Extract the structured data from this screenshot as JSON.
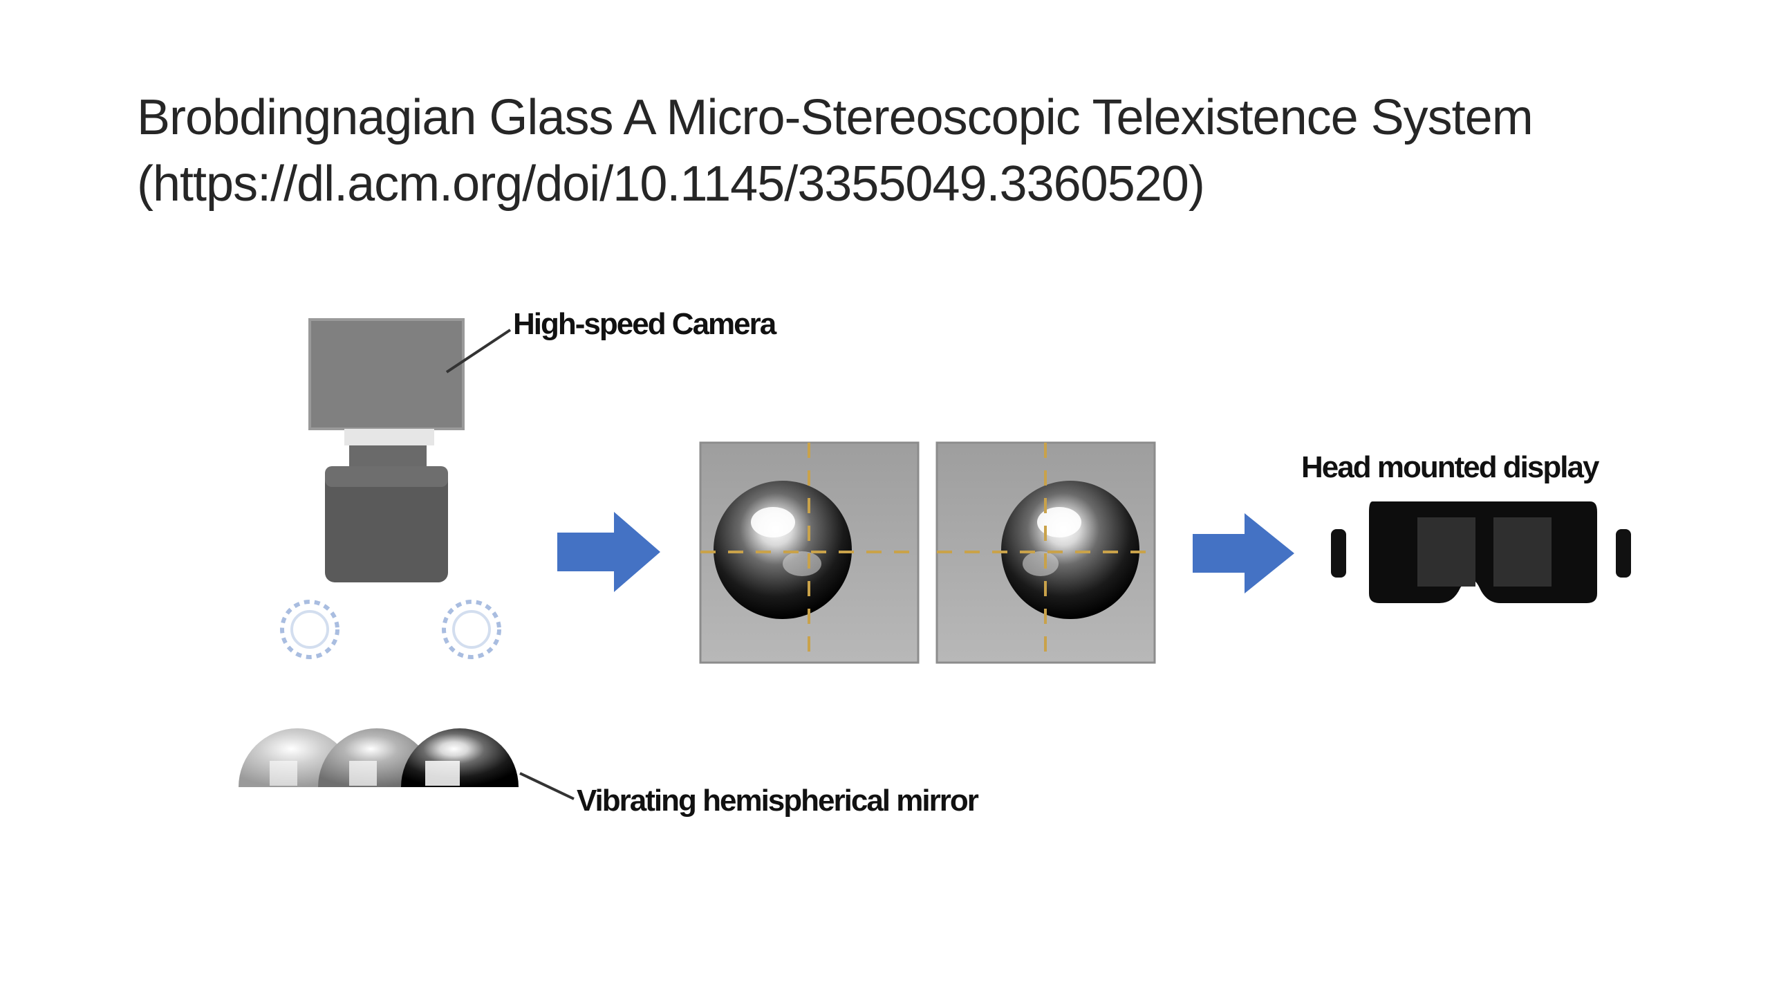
{
  "slide": {
    "title_line1": "Brobdingnagian Glass A Micro-Stereoscopic Telexistence System",
    "title_line2": "(https://dl.acm.org/doi/10.1145/3355049.3360520)"
  },
  "diagram": {
    "camera_label": "High-speed Camera",
    "hmd_label": "Head mounted display",
    "mirror_label": "Vibrating hemispherical mirror"
  },
  "colors": {
    "arrow": "#4472C4",
    "camera_body": "#7f7f7f",
    "lens": "#595959",
    "panel": "#a6a6a6",
    "crosshair": "#c9a24a",
    "hmd": "#111111",
    "led": "#9db3d6"
  },
  "icons": [
    "camera-icon",
    "led-light-icon",
    "arrow-right-icon",
    "mirror-sphere-icon",
    "head-mounted-display-icon"
  ]
}
